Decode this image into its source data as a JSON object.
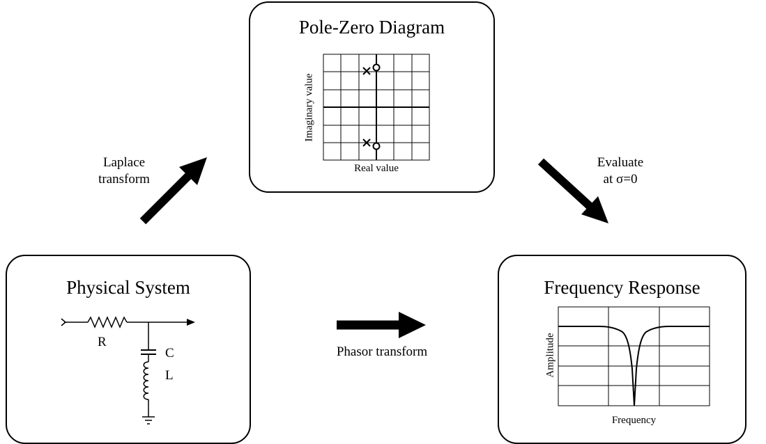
{
  "pole_zero": {
    "title": "Pole-Zero Diagram",
    "x_axis_label": "Real value",
    "y_axis_label": "Imaginary value"
  },
  "physical": {
    "title": "Physical System",
    "resistor_label": "R",
    "capacitor_label": "C",
    "inductor_label": "L"
  },
  "frequency": {
    "title": "Frequency Response",
    "x_axis_label": "Frequency",
    "y_axis_label": "Amplitude"
  },
  "arrows": {
    "laplace_line1": "Laplace",
    "laplace_line2": "transform",
    "evaluate_line1": "Evaluate",
    "evaluate_line2": "at σ=0",
    "phasor": "Phasor transform"
  }
}
